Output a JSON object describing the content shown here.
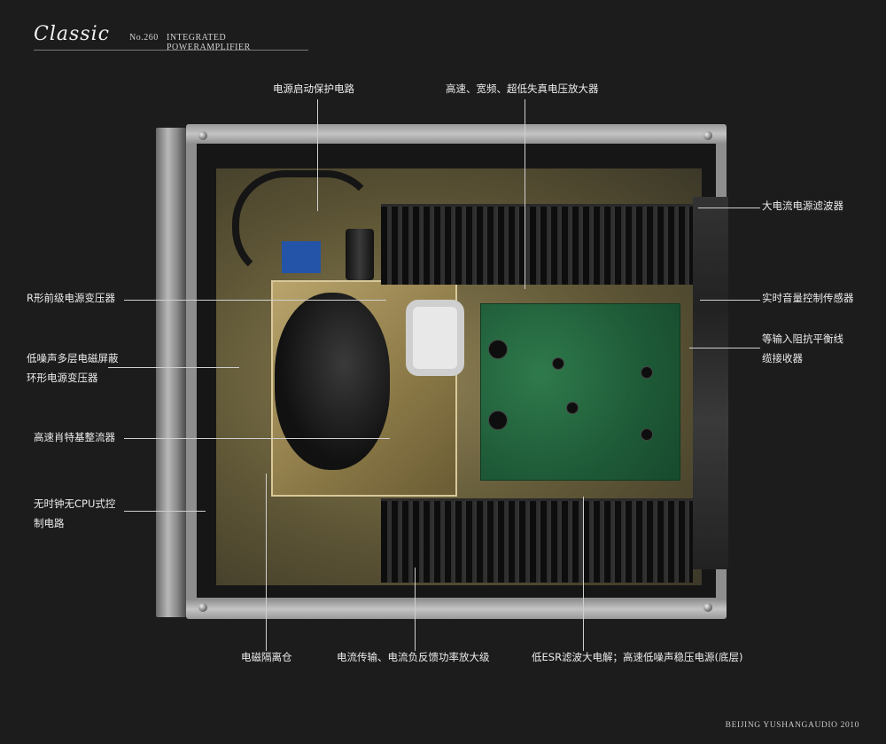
{
  "header": {
    "brand": "Classic",
    "model": "No.260",
    "subtitle": "INTEGRATED POWERAMPLIFIER"
  },
  "footer": {
    "text": "BEIJING YUSHANGAUDIO 2010"
  },
  "labels": {
    "power_startup_protection": "电源启动保护电路",
    "voltage_amplifier": "高速、宽频、超低失真电压放大器",
    "r_core_transformer": "R形前级电源变压器",
    "toroidal_transformer_line1": "低噪声多层电磁屏蔽",
    "toroidal_transformer_line2": "环形电源变压器",
    "schottky_rectifier": "高速肖特基整流器",
    "cpu_control_line1": "无时钟无CPU式控",
    "cpu_control_line2": "制电路",
    "high_current_filter": "大电流电源滤波器",
    "volume_sensor": "实时音量控制传感器",
    "balanced_input_line1": "等输入阻抗平衡线",
    "balanced_input_line2": "缆接收器",
    "em_isolation_chamber": "电磁隔离仓",
    "power_amp_stage": "电流传输、电流负反馈功率放大级",
    "esr_filter_supply": "低ESR滤波大电解；高速低噪声稳压电源(底层)"
  }
}
